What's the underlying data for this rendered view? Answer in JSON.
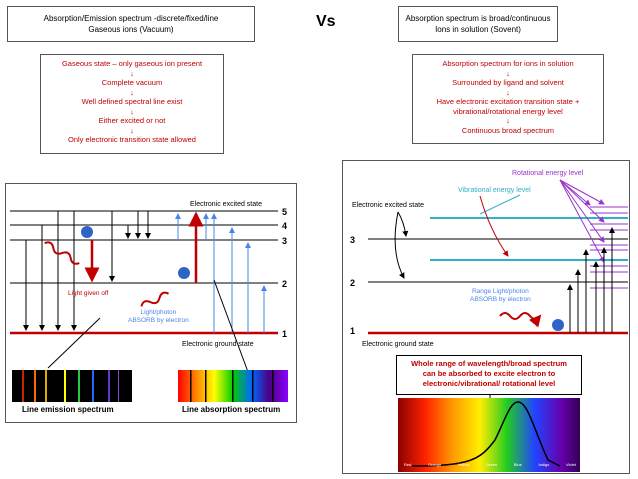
{
  "header": {
    "left_box": "Absorption/Emission spectrum -discrete/fixed/line\nGaseous ions (Vacuum)",
    "vs": "Vs",
    "right_box": "Absorption spectrum is broad/continuous\nIons in solution (Sovent)"
  },
  "left_flow": {
    "steps": [
      "Gaseous state – only gaseous ion present",
      "Complete vacuum",
      "Well defined spectral line exist",
      "Either excited or not",
      "Only electronic transition state allowed"
    ],
    "arrow": "↓"
  },
  "right_flow": {
    "steps": [
      "Absorption spectrum for ions in solution",
      "Surrounded by ligand and solvent",
      "Have electronic excitation transition state +\nvibrational/rotational energy level",
      "Continuous broad spectrum"
    ],
    "arrow": "↓"
  },
  "left_diagram": {
    "excited_state": "Electronic excited state",
    "ground_state": "Electronic ground state",
    "levels": [
      "5",
      "4",
      "3",
      "2",
      "1"
    ],
    "light_given_off": "Light given off",
    "light_absorb": "Light/photon\nABSORB by electron",
    "emission_label": "Line emission spectrum",
    "absorption_label": "Line absorption spectrum"
  },
  "right_diagram": {
    "rotational": "Rotational energy level",
    "vibrational": "Vibrational energy level",
    "excited_state": "Electronic excited state",
    "ground_state": "Electronic ground state",
    "levels": [
      "3",
      "2",
      "1"
    ],
    "range_light": "Range Light/photon\nABSORB by electron",
    "broad_box": "Whole range of wavelength/broad spectrum\ncan be absorbed to excite electron to\nelectronic/vibrational/ rotational level",
    "spectrum_colors": [
      "Red",
      "Orange",
      "Yellow",
      "Green",
      "Blue",
      "Indigo",
      "Violet"
    ]
  },
  "colors": {
    "red": "#c00000",
    "teal": "#31b0c8",
    "purple": "#9933cc",
    "blue": "#4a86e8",
    "electron": "#2e64c8"
  }
}
